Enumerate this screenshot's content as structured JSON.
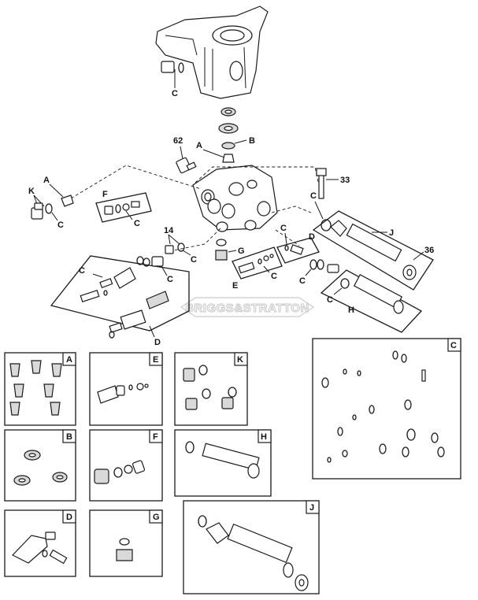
{
  "watermark": "BRIGGS&STRATTON",
  "callouts": {
    "c_top": "C",
    "b_top": "B",
    "a_top": "A",
    "n62": "62",
    "n33": "33",
    "a_left": "A",
    "k_left": "K",
    "c_left": "C",
    "f_kit": "F",
    "c_f": "C",
    "c_right1": "C",
    "j_right": "J",
    "n36": "36",
    "n14": "14",
    "c_14": "C",
    "g_mid": "G",
    "c_d1": "C",
    "d_mid": "D",
    "c_e": "C",
    "e_mid": "E",
    "c_right2": "C",
    "c_right3": "C",
    "h_right": "H",
    "c_dkit1": "C",
    "c_dkit2": "C",
    "d_kit": "D"
  },
  "kit_panels": {
    "A": "A",
    "B": "B",
    "C": "C",
    "D": "D",
    "E": "E",
    "F": "F",
    "G": "G",
    "H": "H",
    "J": "J",
    "K": "K"
  }
}
